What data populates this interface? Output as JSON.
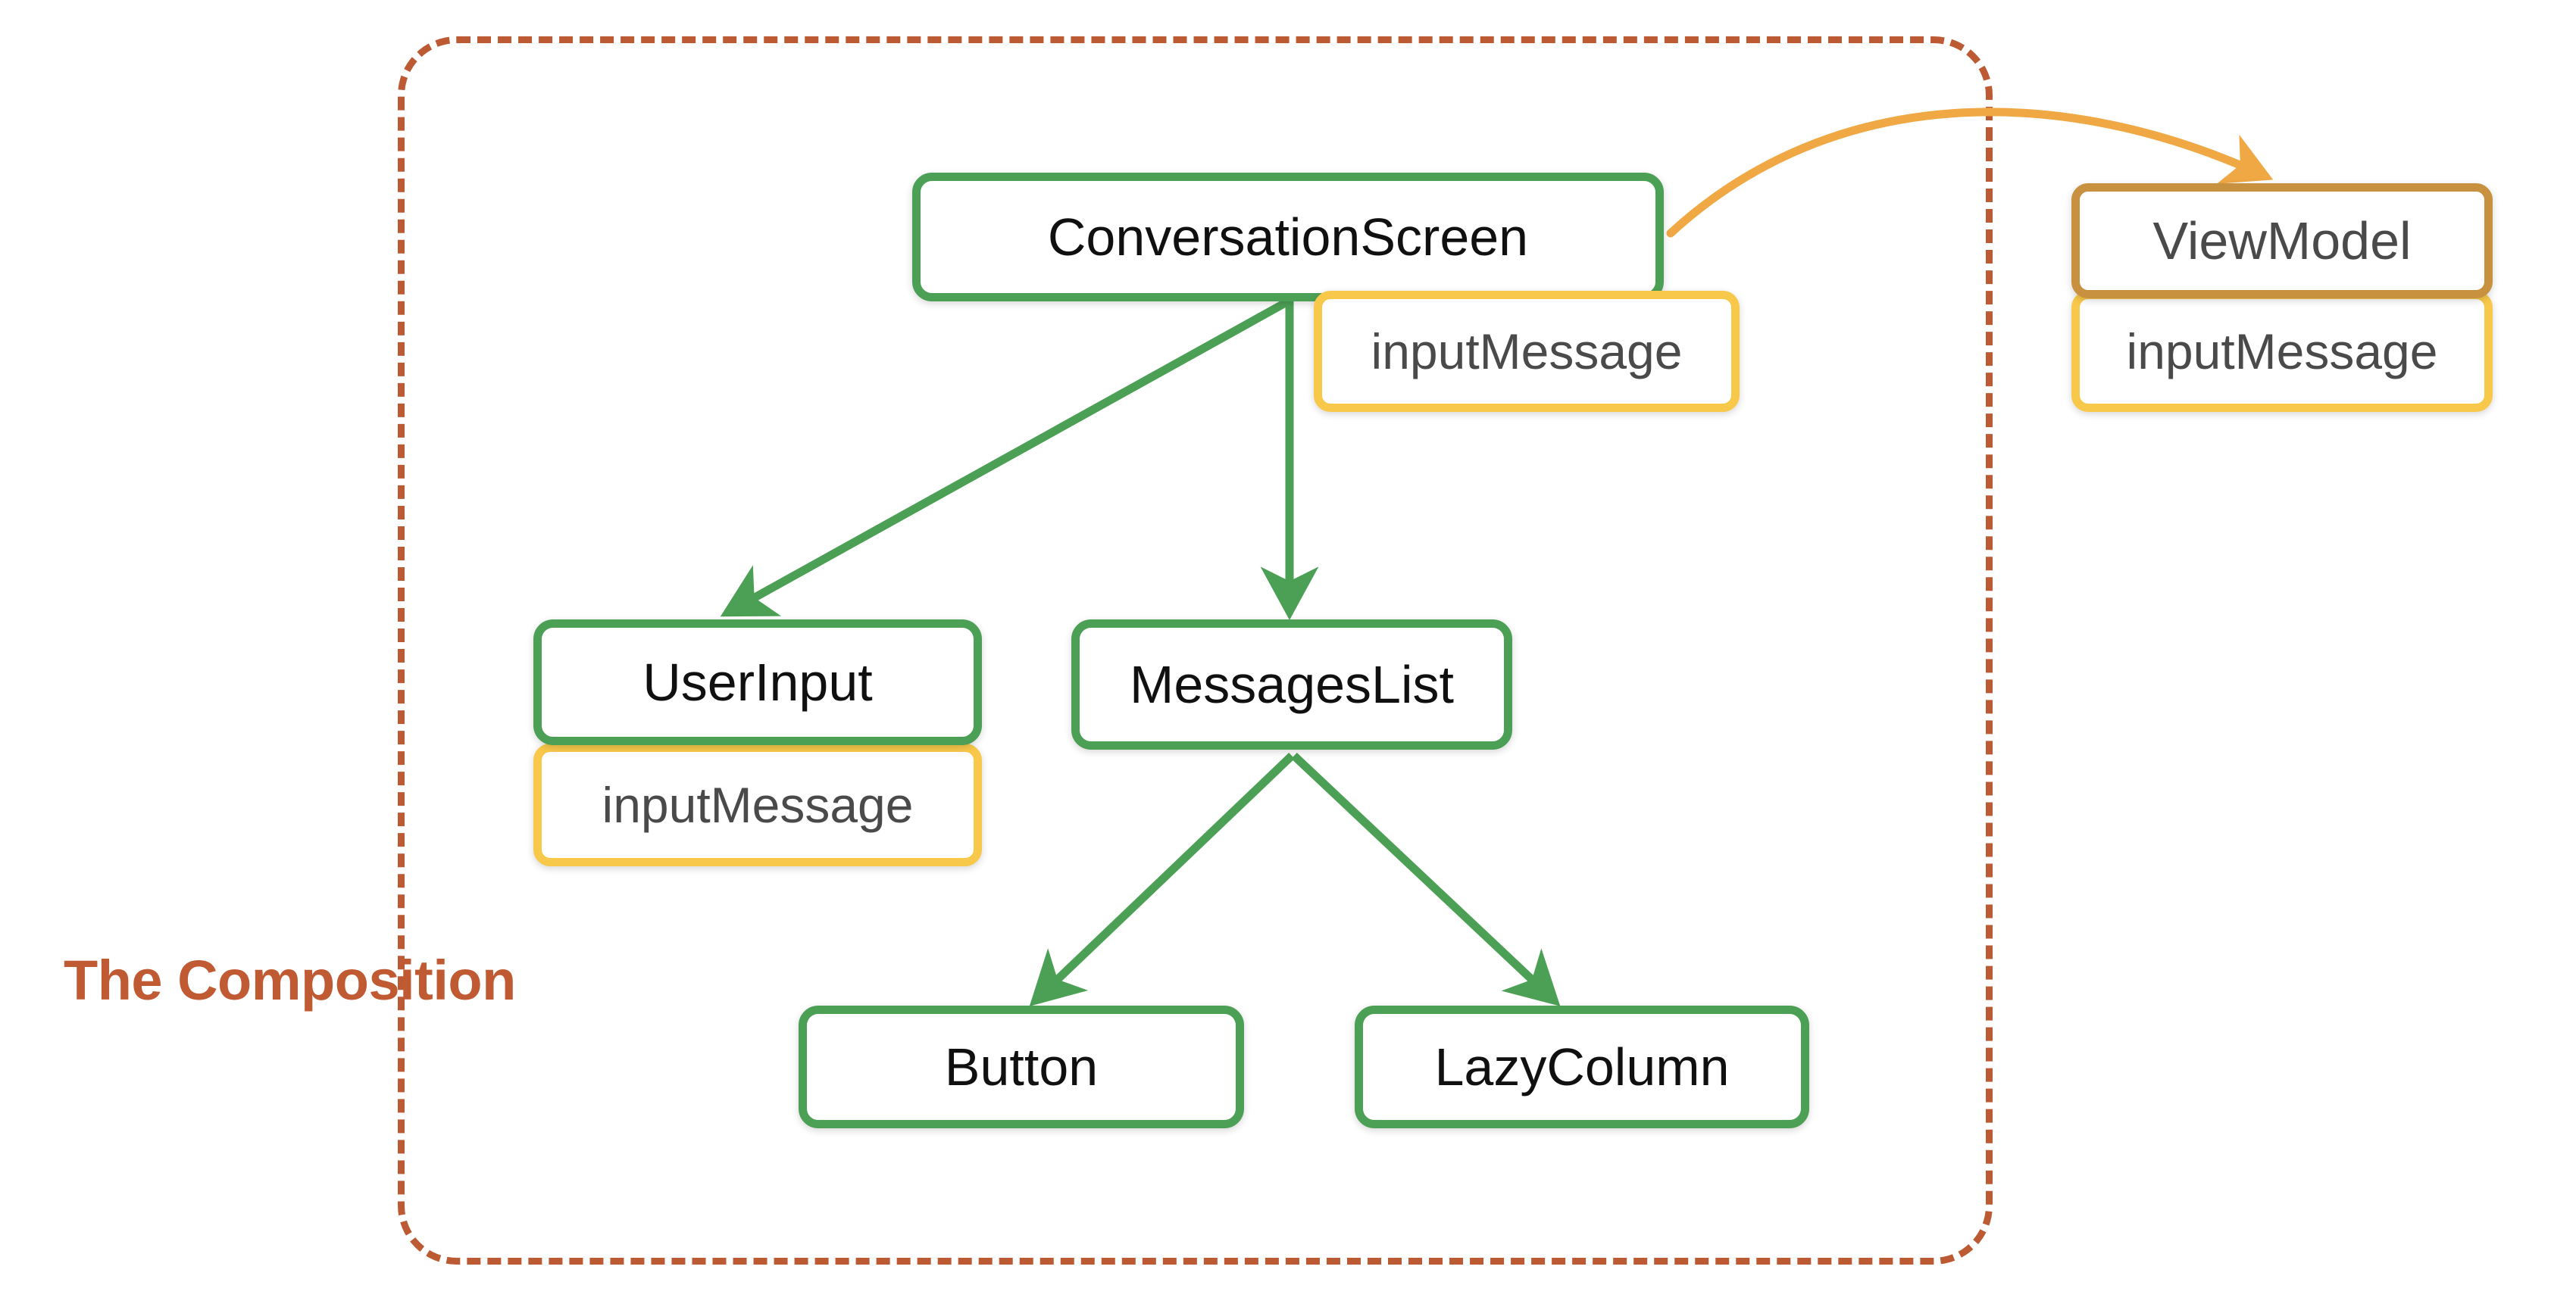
{
  "diagram": {
    "title_label": "The Composition",
    "colors": {
      "composable_border": "#4ca055",
      "state_border": "#f8c84a",
      "viewmodel_border": "#c8913f",
      "composition_frame": "#bc5a33",
      "state_hoist_arrow": "#f0a844"
    },
    "nodes": {
      "conversation_screen": "ConversationScreen",
      "conversation_screen_state": "inputMessage",
      "view_model": "ViewModel",
      "view_model_state": "inputMessage",
      "user_input": "UserInput",
      "user_input_state": "inputMessage",
      "messages_list": "MessagesList",
      "button": "Button",
      "lazy_column": "LazyColumn"
    },
    "edges": [
      {
        "from": "ConversationScreen",
        "to": "UserInput",
        "kind": "composition",
        "color": "#4ca055"
      },
      {
        "from": "ConversationScreen",
        "to": "MessagesList",
        "kind": "composition",
        "color": "#4ca055"
      },
      {
        "from": "MessagesList",
        "to": "Button",
        "kind": "composition",
        "color": "#4ca055"
      },
      {
        "from": "MessagesList",
        "to": "LazyColumn",
        "kind": "composition",
        "color": "#4ca055"
      },
      {
        "from": "ConversationScreen",
        "to": "ViewModel",
        "kind": "state-hoisting",
        "color": "#f0a844"
      }
    ]
  }
}
